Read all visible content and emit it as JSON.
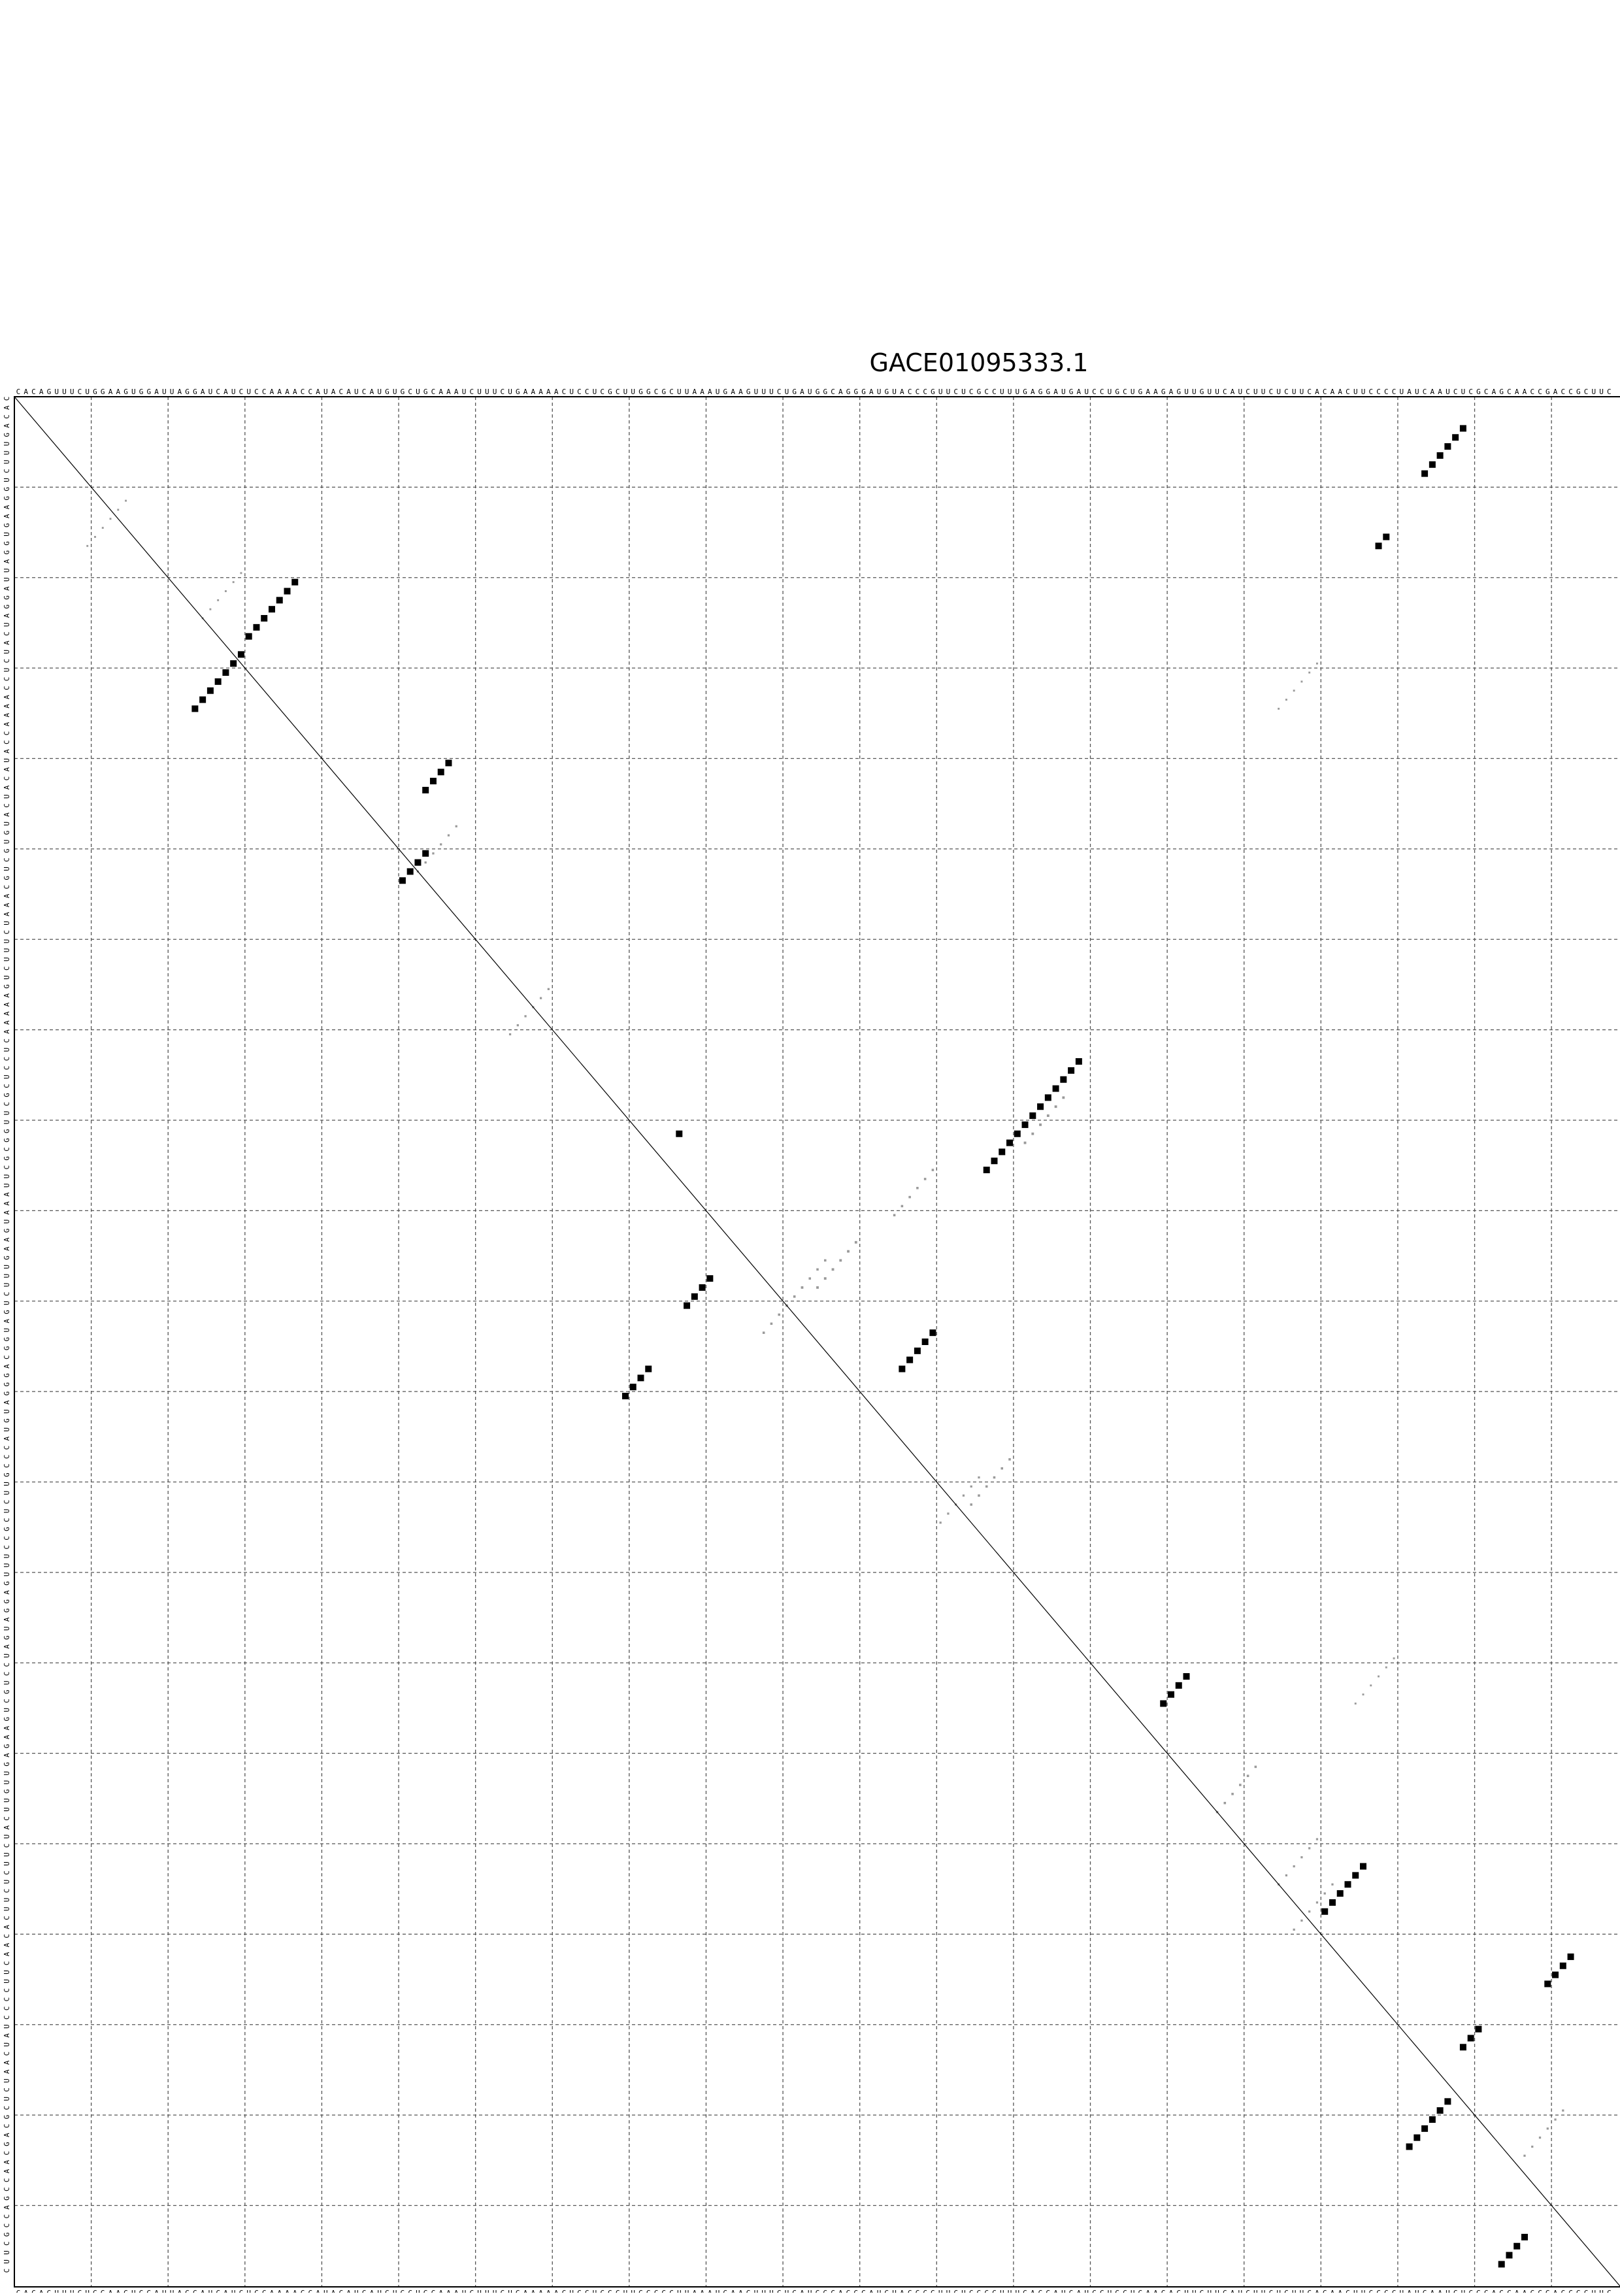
{
  "title": "GACE01095333.1",
  "colors": {
    "background": "#ffffff",
    "frame": "#000000",
    "grid": "#555555",
    "diagonal": "#000000",
    "mfe_dot": "#000000",
    "prob_dot": "#9a9a9a"
  },
  "chart_data": {
    "type": "dotplot",
    "sequence": "CACAGUUUCUGGAAGUGGAUUAGGAUCAUCUCCAAAACCAUACAUCAUGUGCUGCAAAUCUUUCUGAAAAACUCCUCGCUUGGCGCUUAAAUGAAGUUUCUGAUGGCAGGGAUGUACCCGUUCUCGCCUUUGAGGAUGAUCCUGCUGAAGAGUUGUUCAUCUUCUCUUCACAACUUCCCCUAUCAAUCUCGCAGCAACCGACCGCUUC",
    "length": 209,
    "grid_step": 10,
    "mfe_helices": [
      {
        "i": 74,
        "j": 139,
        "len": 13
      },
      {
        "i": 82,
        "j": 87,
        "len": 1
      },
      {
        "i": 98,
        "j": 91,
        "len": 4
      },
      {
        "i": 108,
        "j": 83,
        "len": 4
      },
      {
        "i": 41,
        "j": 57,
        "len": 4
      },
      {
        "i": 51,
        "j": 54,
        "len": 4
      },
      {
        "i": 21,
        "j": 37,
        "len": 7
      },
      {
        "i": 29,
        "j": 30,
        "len": 7
      },
      {
        "i": 104,
        "j": 120,
        "len": 5
      },
      {
        "i": 142,
        "j": 153,
        "len": 4
      },
      {
        "i": 163,
        "j": 176,
        "len": 6
      },
      {
        "i": 4,
        "j": 189,
        "len": 6
      },
      {
        "i": 16,
        "j": 179,
        "len": 2
      },
      {
        "i": 204,
        "j": 197,
        "len": 4
      },
      {
        "i": 173,
        "j": 203,
        "len": 4
      },
      {
        "i": 181,
        "j": 191,
        "len": 3
      },
      {
        "i": 189,
        "j": 187,
        "len": 6
      }
    ],
    "prob_pairs": [
      {
        "i": 78,
        "j": 137,
        "p": 0.35
      },
      {
        "i": 80,
        "j": 133,
        "p": 0.3
      },
      {
        "i": 86,
        "j": 120,
        "p": 0.3
      },
      {
        "i": 94,
        "j": 110,
        "p": 0.35
      },
      {
        "i": 96,
        "j": 106,
        "p": 0.3
      },
      {
        "i": 99,
        "j": 103,
        "p": 0.3
      },
      {
        "i": 48,
        "j": 58,
        "p": 0.25
      },
      {
        "i": 66,
        "j": 70,
        "p": 0.25
      },
      {
        "i": 118,
        "j": 130,
        "p": 0.3
      },
      {
        "i": 120,
        "j": 126,
        "p": 0.25
      },
      {
        "i": 152,
        "j": 162,
        "p": 0.3
      },
      {
        "i": 160,
        "j": 170,
        "p": 0.25
      },
      {
        "i": 165,
        "j": 172,
        "p": 0.25
      },
      {
        "i": 12,
        "j": 15,
        "p": 0.2
      },
      {
        "i": 20,
        "j": 30,
        "p": 0.2
      },
      {
        "i": 30,
        "j": 170,
        "p": 0.2
      },
      {
        "i": 140,
        "j": 180,
        "p": 0.2
      },
      {
        "i": 190,
        "j": 202,
        "p": 0.25
      }
    ]
  }
}
